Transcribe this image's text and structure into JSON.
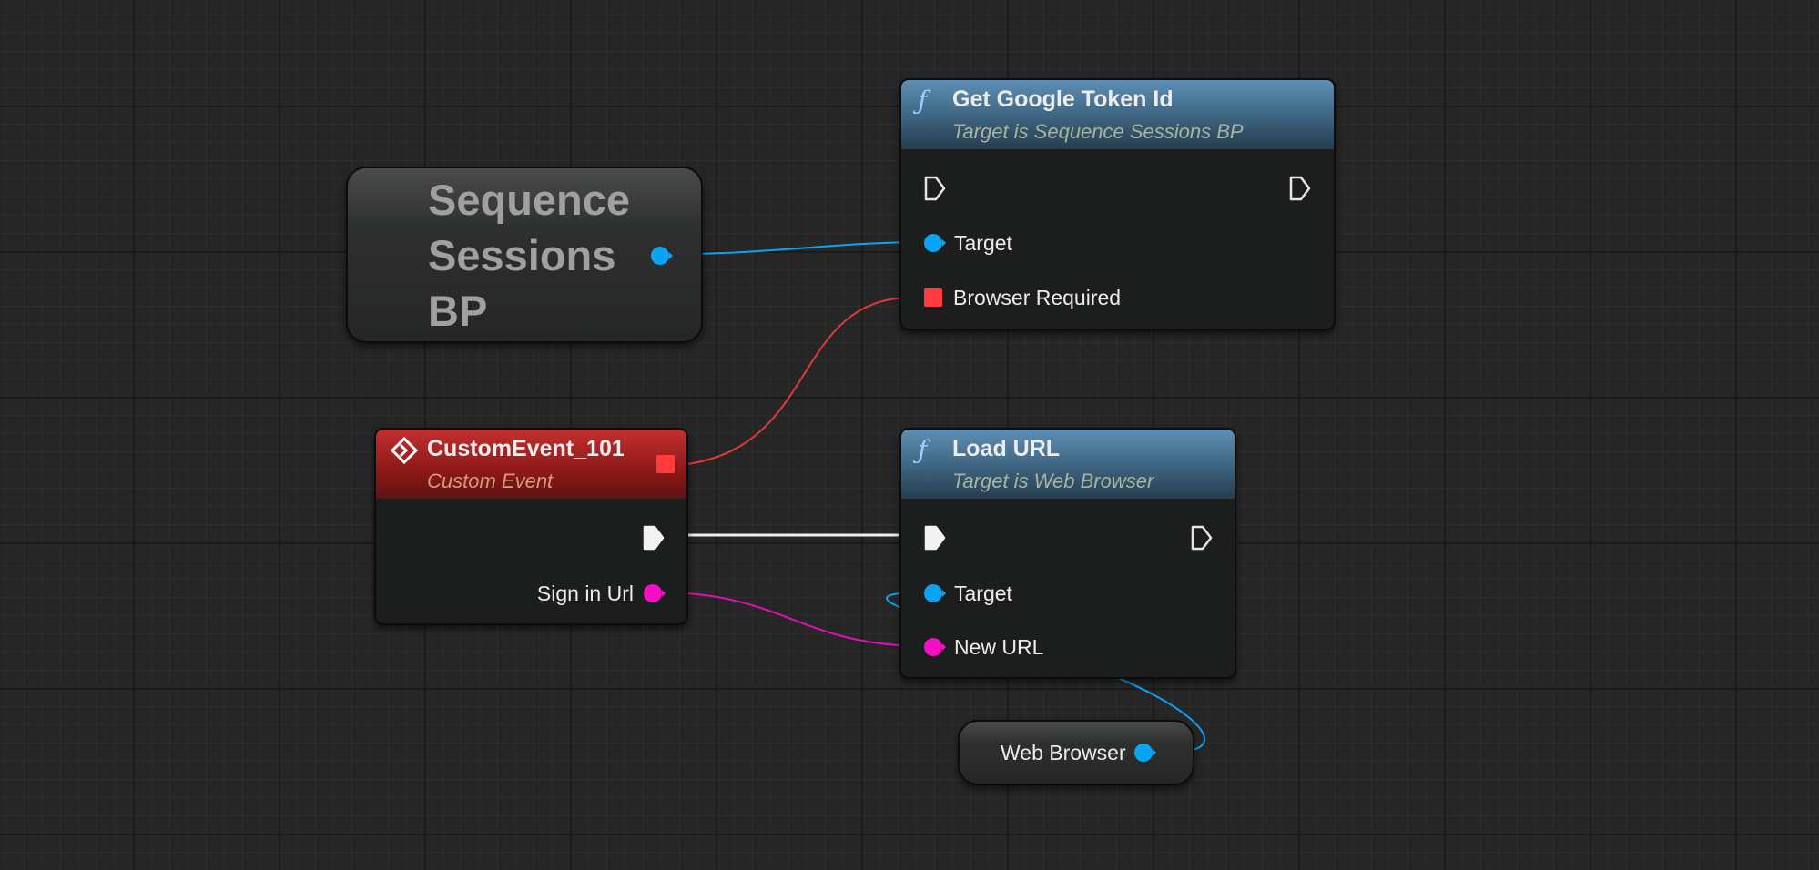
{
  "colors": {
    "exec_wire": "#ffffff",
    "object_pin": "#0aa4f5",
    "bool_pin": "#ff3b3b",
    "string_pin": "#f50ec6"
  },
  "nodes": {
    "sequence_var": {
      "title": "Sequence Sessions BP"
    },
    "get_google_token": {
      "icon": "function-icon",
      "title": "Get Google Token Id",
      "subtitle": "Target is Sequence Sessions BP",
      "pins": {
        "target": "Target",
        "browser_required": "Browser Required"
      }
    },
    "custom_event": {
      "icon": "event-icon",
      "title": "CustomEvent_101",
      "subtitle": "Custom Event",
      "pins": {
        "sign_in_url": "Sign in Url"
      }
    },
    "load_url": {
      "icon": "function-icon",
      "title": "Load URL",
      "subtitle": "Target is Web Browser",
      "pins": {
        "target": "Target",
        "new_url": "New URL"
      }
    },
    "web_browser_var": {
      "title": "Web Browser"
    }
  }
}
